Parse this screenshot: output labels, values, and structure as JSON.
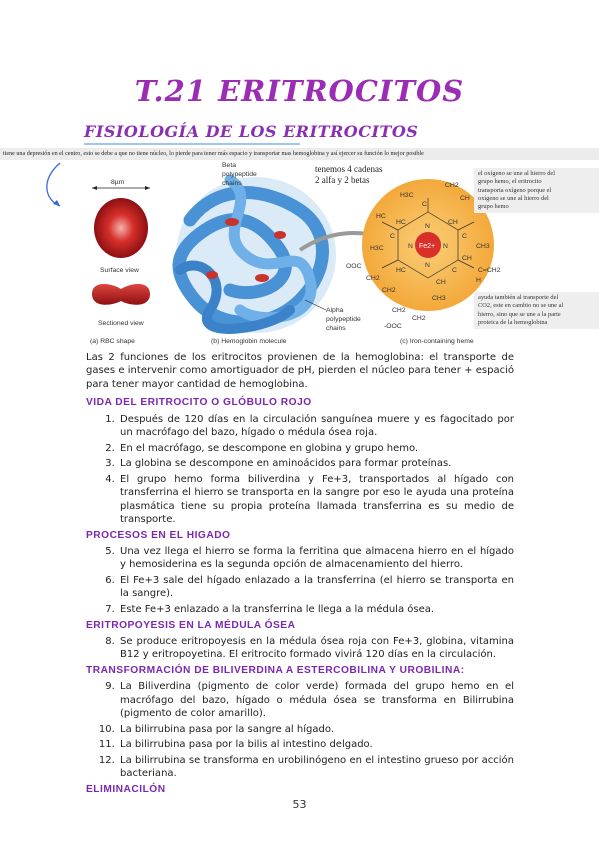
{
  "title": "T.21 ERITROCITOS",
  "subtitle": "FISIOLOGÍA DE LOS ERITROCITOS",
  "top_strip": "tiene una depresión en el centro, esto se debe a que no tiene núcleo, lo pierde para tener más espacio y transportar mas hemoglobina y así ejercer su función lo mejor posible",
  "figure": {
    "dimension": "8µm",
    "surface_view": "Surface view",
    "sectioned_view": "Sectioned view",
    "caption_a": "(a) RBC shape",
    "caption_b": "(b) Hemoglobin molecule",
    "caption_c": "(c) Iron-containing heme",
    "beta_label": [
      "Beta",
      "polypeptide",
      "chains"
    ],
    "alpha_label": [
      "Alpha",
      "polypeptide",
      "chains"
    ],
    "chains_note": [
      "tenemos 4 cadenas",
      "2 alfa y 2 betas"
    ],
    "fe_label": "Fe2+",
    "heme_labels": {
      "h3c_top": "H3C",
      "ch2_top": "CH2",
      "ch_top": "CH",
      "hc_left": "HC",
      "c_left": "C",
      "hc_ring": "HC",
      "ch_ring": "CH",
      "c_a": "C",
      "c_b": "C",
      "h3c_left": "H3C",
      "n_top": "N",
      "n_left": "N",
      "n_right": "N",
      "n_bottom": "N",
      "ch3_right": "CH3",
      "ch_right": "CH",
      "c_right": "C",
      "hc_bottom": "HC",
      "ch_bottom": "CH",
      "cch2": "C=CH2",
      "h_right": "H",
      "ooc": "OOC",
      "ch2_a": "CH2",
      "ch2_b": "CH2",
      "ch3_bottom": "CH3",
      "ch2_c": "CH2",
      "ooc_bottom": "-OOC",
      "ch2_d": "CH2"
    },
    "note_top": [
      "el oxígeno se une al hierro del",
      "grupo hemo, el eritrocito",
      "transporta oxígeno porque el",
      "oxígeno se une al hierro del",
      "grupo hemo"
    ],
    "note_bottom": [
      "ayuda también al transporte del",
      "CO2, este en cambio no se une al",
      "hierro, sino que se une a la parte",
      "proteica de la hemoglobina"
    ]
  },
  "intro": "Las 2 funciones de los eritrocitos provienen de la hemoglobina: el transporte de gases e intervenir como amortiguador de pH, pierden el núcleo para tener + espació para tener mayor cantidad de hemoglobina.",
  "sections": [
    {
      "heading": "VIDA DEL ERITROCITO O GLÓBULO ROJO",
      "items": [
        "Después de 120 días en la circulación sanguínea muere y es fagocitado por un macrófago del bazo, hígado o médula ósea roja.",
        "En el macrófago, se descompone en globina y grupo hemo.",
        "La globina se descompone en aminoácidos para formar proteínas.",
        "El grupo hemo forma biliverdina y Fe+3, transportados al hígado con transferrina el hierro se transporta en la sangre por eso le ayuda una proteína plasmática tiene su propia proteína llamada transferrina es su medio de transporte."
      ]
    },
    {
      "heading": "PROCESOS EN EL HIGADO",
      "items": [
        "Una vez llega el hierro se forma la ferritina que almacena hierro en el hígado y hemosiderina es la segunda opción de almacenamiento del hierro.",
        "El Fe+3 sale del hígado enlazado a la transferrina (el hierro se transporta en la sangre).",
        "Este Fe+3 enlazado a la transferrina le llega a la médula ósea."
      ]
    },
    {
      "heading": "ERITROPOYESIS EN LA MÉDULA ÓSEA",
      "items": [
        "Se produce eritropoyesis en la médula ósea roja con Fe+3, globina, vitamina B12 y eritropoyetina. El eritrocito formado vivirá 120 días en la circulación."
      ]
    },
    {
      "heading": "TRANSFORMACIÓN DE BILIVERDINA A ESTERCOBILINA Y UROBILINA:",
      "items": [
        "La Biliverdina (pigmento de color verde) formada del grupo hemo en el macrófago del bazo, hígado o médula ósea se transforma en Bilirrubina (pigmento de color amarillo).",
        "La bilirrubina pasa por la sangre al hígado.",
        "La bilirrubina pasa por la bilis al intestino delgado.",
        "La bilirrubina se transforma en urobilinógeno en el intestino grueso por acción bacteriana."
      ]
    },
    {
      "heading": "ELIMINACILÓN",
      "items": []
    }
  ],
  "page_number": "53"
}
